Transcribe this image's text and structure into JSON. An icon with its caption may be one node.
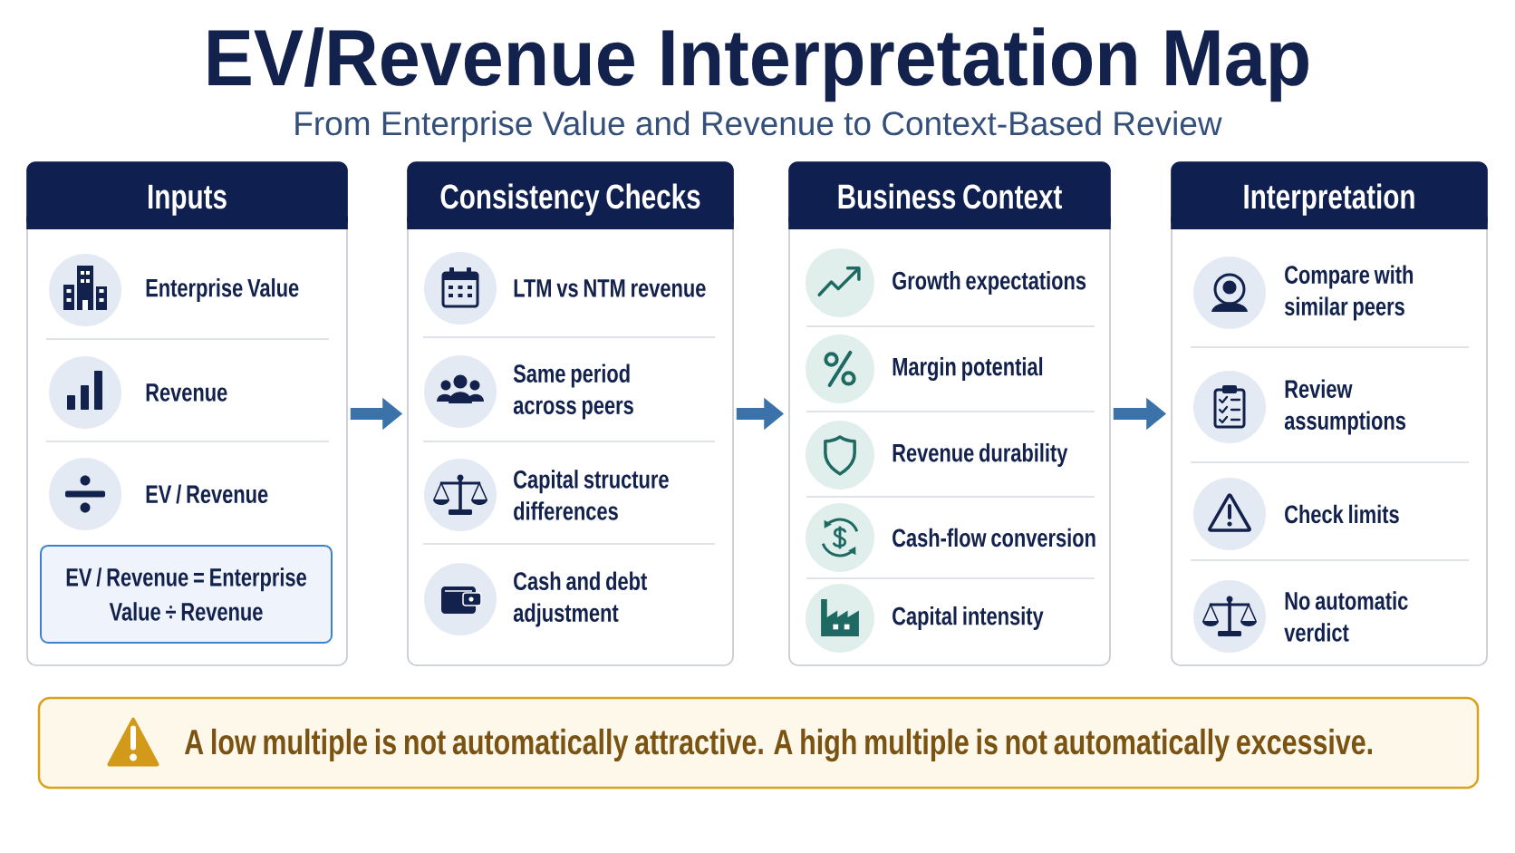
{
  "diagram": {
    "title": "EV/Revenue Interpretation Map",
    "nodes": [
      {
        "text": [
          "Inputs"
        ]
      },
      {
        "text": [
          "Enterprise Value"
        ],
        "in": 0
      },
      {
        "text": [
          "Revenue"
        ],
        "in": 0
      },
      {
        "text": [
          "EV / Revenue"
        ],
        "in": 0
      },
      {
        "text": [
          "EV / Revenue = Enterprise Value ÷ Revenue"
        ],
        "in": 0
      },
      {
        "text": [
          "Consistency Checks"
        ]
      },
      {
        "text": [
          "LTM vs NTM revenue"
        ],
        "in": 5
      },
      {
        "text": [
          "Same period across peers"
        ],
        "in": 5
      },
      {
        "text": [
          "Capital structure differences"
        ],
        "in": 5
      },
      {
        "text": [
          "Cash and debt adjustment"
        ],
        "in": 5
      },
      {
        "text": [
          "Business Context"
        ]
      },
      {
        "text": [
          "Growth expectations"
        ],
        "in": 10
      },
      {
        "text": [
          "Margin potential"
        ],
        "in": 10
      },
      {
        "text": [
          "Revenue durability"
        ],
        "in": 10
      },
      {
        "text": [
          "Cash-flow conversion"
        ],
        "in": 10
      },
      {
        "text": [
          "Capital intensity"
        ],
        "in": 10
      },
      {
        "text": [
          "Interpretation"
        ]
      },
      {
        "text": [
          "Compare with similar peers"
        ],
        "in": 16
      },
      {
        "text": [
          "Review assumptions"
        ],
        "in": 16
      },
      {
        "text": [
          "Check limits"
        ],
        "in": 16
      },
      {
        "text": [
          "No automatic verdict"
        ],
        "in": 16
      },
      {
        "text": [
          "A low multiple is not automatically attractive. A high multiple is not automatically excessive."
        ]
      }
    ],
    "edges": [
      {
        "from": 0,
        "to": 5,
        "arrow": "to"
      },
      {
        "from": 5,
        "to": 10,
        "arrow": "to"
      },
      {
        "from": 10,
        "to": 16,
        "arrow": "to"
      }
    ],
    "labels": [
      "From Enterprise Value and Revenue to Context-Based Review"
    ]
  }
}
